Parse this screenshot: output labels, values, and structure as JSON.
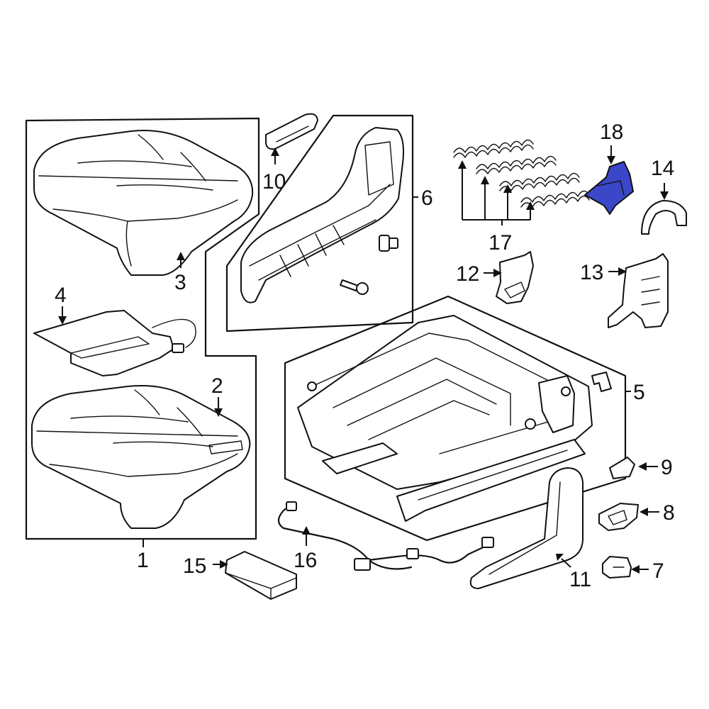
{
  "callouts": {
    "c1": "1",
    "c2": "2",
    "c3": "3",
    "c4": "4",
    "c5": "5",
    "c6": "6",
    "c7": "7",
    "c8": "8",
    "c9": "9",
    "c10": "10",
    "c11": "11",
    "c12": "12",
    "c13": "13",
    "c14": "14",
    "c15": "15",
    "c16": "16",
    "c17": "17",
    "c18": "18"
  },
  "highlight_color": "#3a47c8",
  "highlighted_part": "18"
}
